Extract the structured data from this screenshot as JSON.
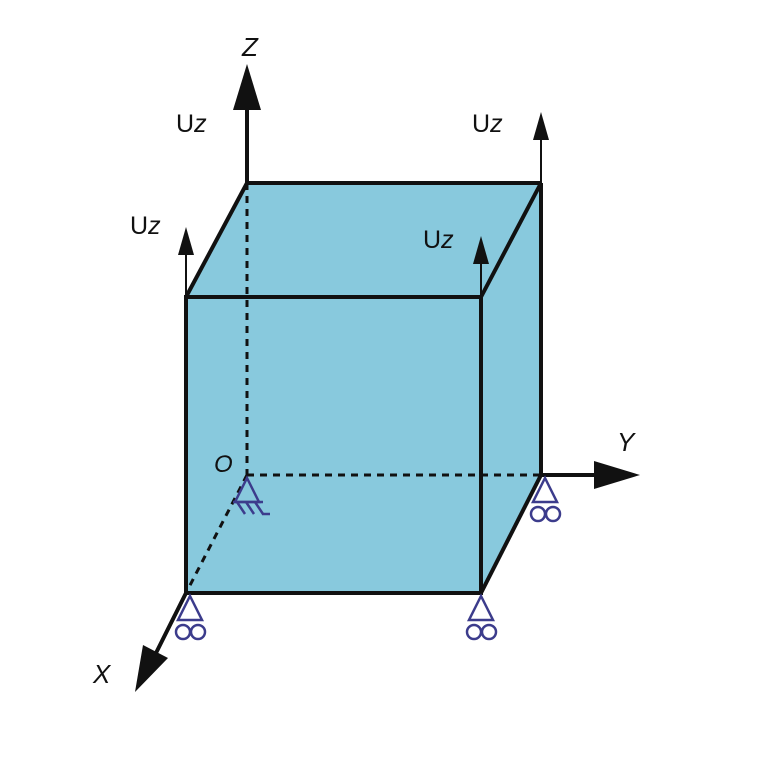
{
  "axes": {
    "x": "X",
    "y": "Y",
    "z": "Z",
    "origin": "O"
  },
  "loads": [
    {
      "id": "back-left",
      "label": "U",
      "sub": "z"
    },
    {
      "id": "back-right",
      "label": "U",
      "sub": "z"
    },
    {
      "id": "front-left",
      "label": "U",
      "sub": "z"
    },
    {
      "id": "front-right",
      "label": "U",
      "sub": "z"
    }
  ],
  "colors": {
    "face": "#88c9dd",
    "edge": "#111111",
    "support": "#3c3c8c",
    "background": "#ffffff"
  },
  "supports": {
    "origin": "pin-support",
    "others": "roller-support"
  }
}
